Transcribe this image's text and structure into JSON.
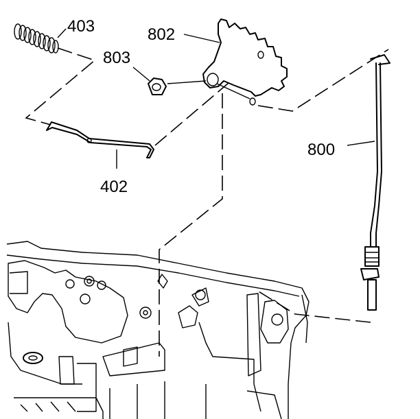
{
  "callouts": {
    "spring": "403",
    "bracket": "802",
    "nut": "803",
    "rod": "402",
    "dipstick": "800"
  }
}
